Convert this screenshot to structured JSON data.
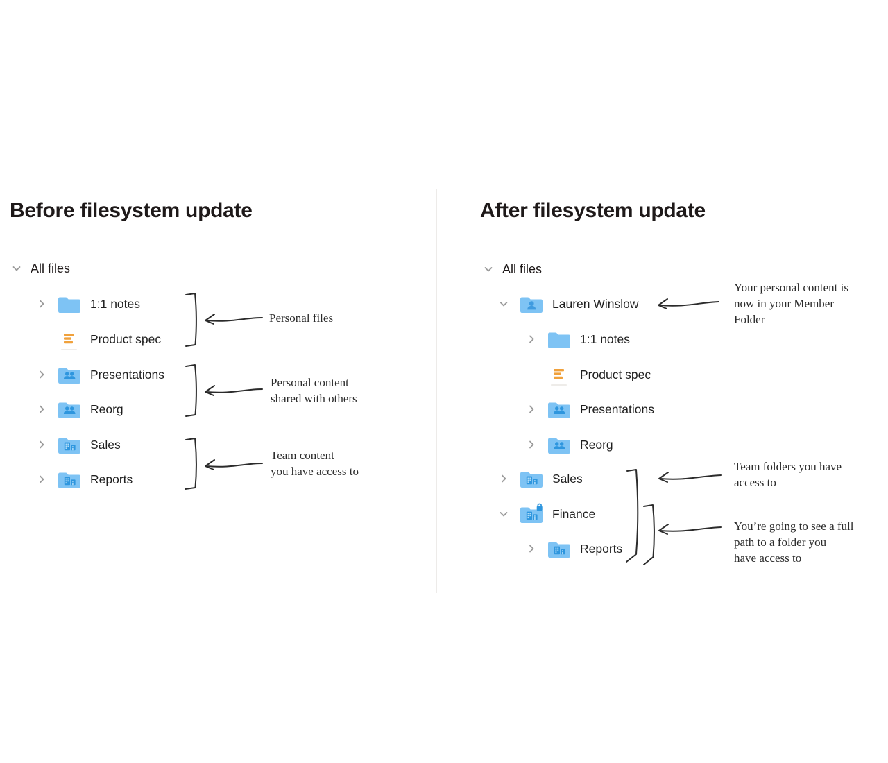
{
  "colors": {
    "folder_body": "#7ec3f4",
    "folder_glyph": "#2e96de",
    "doc_accent": "#f0a13c",
    "annotation_ink": "#2b2b2b",
    "chevron_gray": "#9b9b9b",
    "text_dark": "#1e1919",
    "divider": "#edebe9"
  },
  "left_panel": {
    "title": "Before filesystem update",
    "root": {
      "label": "All files",
      "icon": "chevron-down-icon",
      "expanded": true
    },
    "tree": [
      {
        "label": "1:1 notes",
        "icon": "folder-icon",
        "chevron": "right"
      },
      {
        "label": "Product spec",
        "icon": "paper-doc-icon",
        "chevron": "none"
      },
      {
        "label": "Presentations",
        "icon": "shared-folder-icon",
        "chevron": "right"
      },
      {
        "label": "Reorg",
        "icon": "shared-folder-icon",
        "chevron": "right"
      },
      {
        "label": "Sales",
        "icon": "team-folder-icon",
        "chevron": "right"
      },
      {
        "label": "Reports",
        "icon": "team-folder-icon",
        "chevron": "right"
      }
    ],
    "annotations": [
      {
        "lines": [
          "Personal files"
        ]
      },
      {
        "lines": [
          "Personal content",
          "shared with others"
        ]
      },
      {
        "lines": [
          "Team content",
          "you have access to"
        ]
      }
    ]
  },
  "right_panel": {
    "title": "After filesystem update",
    "root": {
      "label": "All files",
      "icon": "chevron-down-icon",
      "expanded": true
    },
    "tree": [
      {
        "label": "Lauren Winslow",
        "icon": "member-folder-icon",
        "chevron": "down"
      },
      {
        "label": "1:1 notes",
        "icon": "folder-icon",
        "chevron": "right"
      },
      {
        "label": "Product spec",
        "icon": "paper-doc-icon",
        "chevron": "none"
      },
      {
        "label": "Presentations",
        "icon": "shared-folder-icon",
        "chevron": "right"
      },
      {
        "label": "Reorg",
        "icon": "shared-folder-icon",
        "chevron": "right"
      },
      {
        "label": "Sales",
        "icon": "team-folder-icon",
        "chevron": "right"
      },
      {
        "label": "Finance",
        "icon": "team-folder-locked-icon",
        "chevron": "down"
      },
      {
        "label": "Reports",
        "icon": "team-folder-icon",
        "chevron": "right"
      }
    ],
    "annotations": [
      {
        "lines": [
          "Your personal content is",
          "now in your Member",
          "Folder"
        ]
      },
      {
        "lines": [
          "Team folders you have",
          "access to"
        ]
      },
      {
        "lines": [
          "You’re going to see a full",
          "path to a folder you",
          "have access to"
        ]
      }
    ]
  }
}
